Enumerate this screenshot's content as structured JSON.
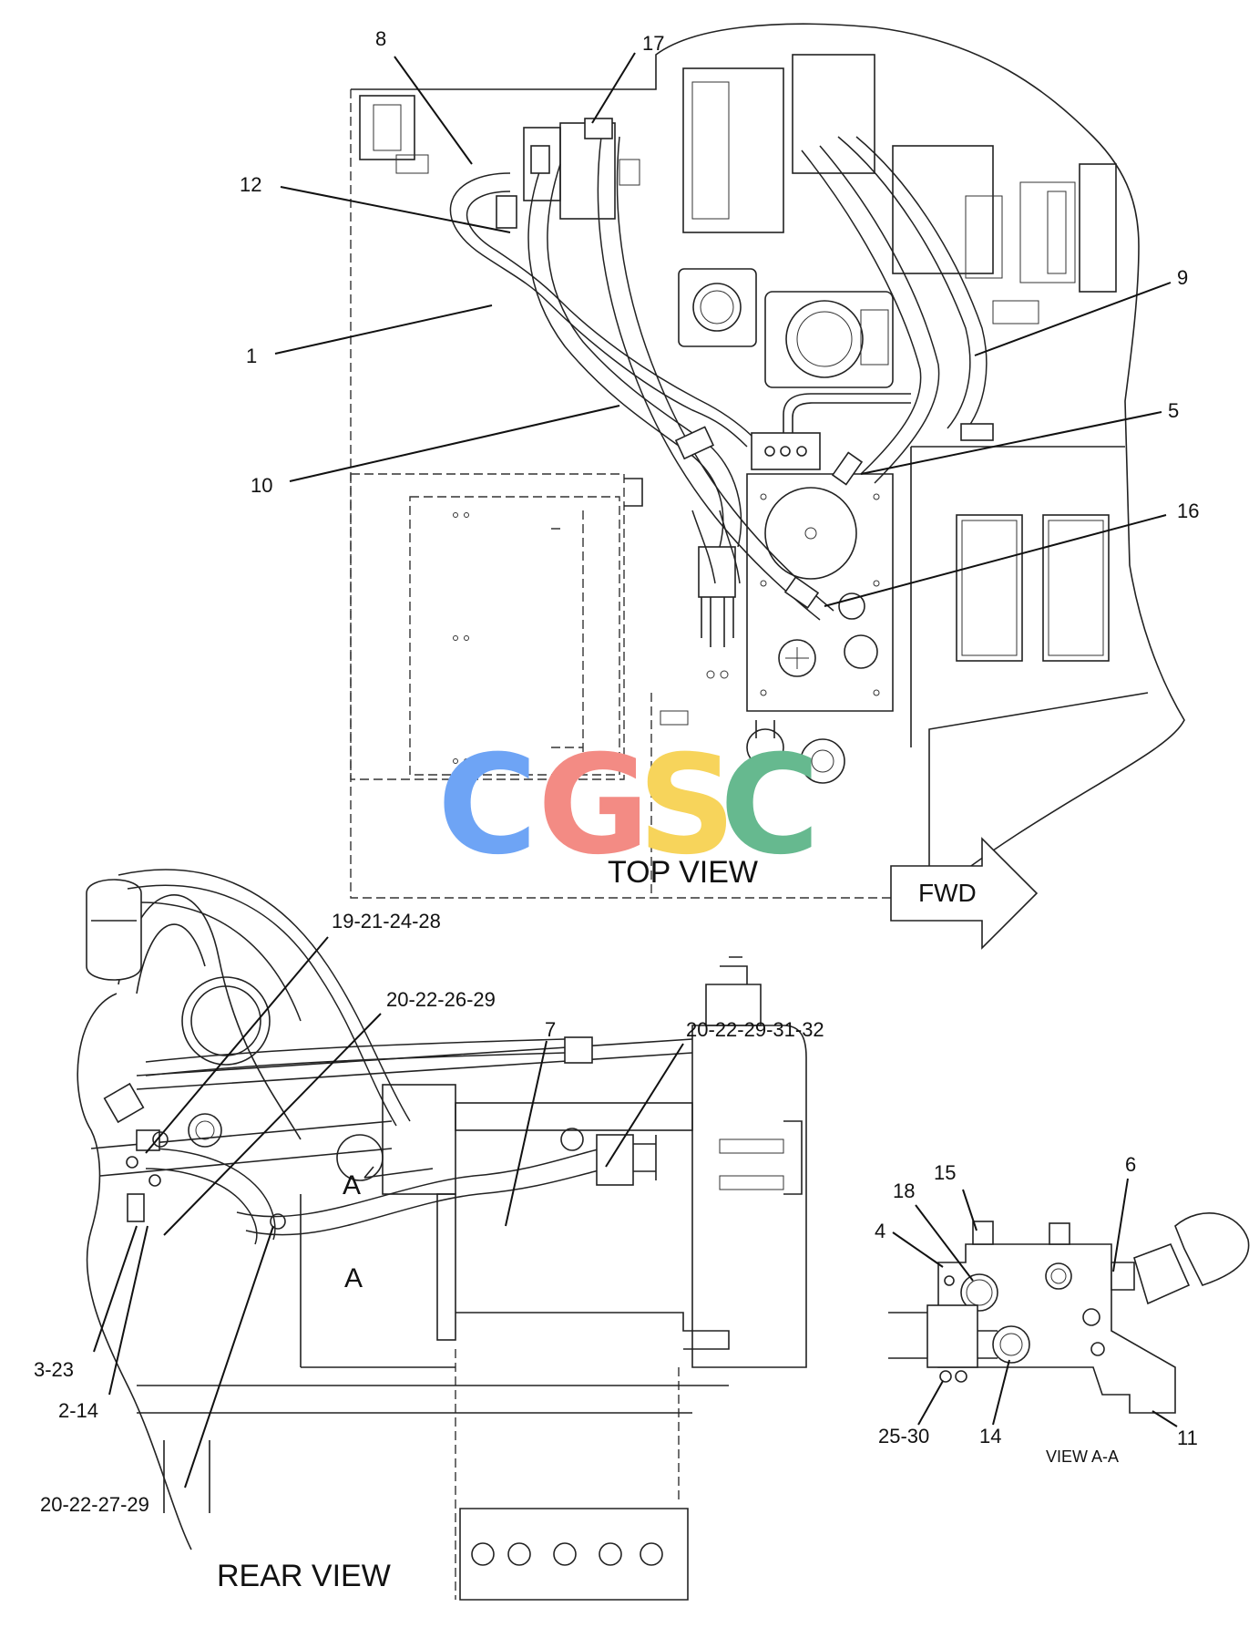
{
  "watermark": {
    "letters": [
      "C",
      "G",
      "S",
      "C"
    ],
    "colors": [
      "#6ea4f5",
      "#f38b84",
      "#f7d45b",
      "#66b98f"
    ]
  },
  "views": {
    "top": "TOP VIEW",
    "rear": "REAR VIEW",
    "section": "VIEW A-A",
    "section_marker_upper": "A",
    "section_marker_lower": "A"
  },
  "direction_arrow": {
    "label": "FWD"
  },
  "callouts": {
    "top_view": [
      "8",
      "17",
      "12",
      "1",
      "9",
      "5",
      "10",
      "16"
    ],
    "rear_view": [
      "19-21-24-28",
      "20-22-26-29",
      "7",
      "20-22-29-31-32",
      "3-23",
      "2-14",
      "20-22-27-29"
    ],
    "view_aa": [
      "15",
      "18",
      "6",
      "4",
      "25-30",
      "14",
      "11"
    ]
  }
}
